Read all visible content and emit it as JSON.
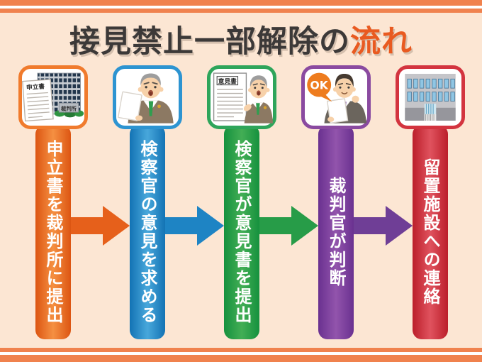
{
  "title": {
    "text_main": "接見禁止一部解除の",
    "text_accent": "流れ"
  },
  "colors": {
    "background": "#fce6d3",
    "stripe": "#f0824e",
    "title_main": "#3c3938",
    "title_accent": "#e95a20"
  },
  "steps": [
    {
      "label": "申立書を裁判所に提出",
      "icon": "courthouse-application-icon",
      "icon_text": {
        "document": "申立書",
        "sign": "裁判所"
      },
      "bar_color": "#e8611c",
      "box_border_color": "#f07b2d"
    },
    {
      "label": "検察官の意見を求める",
      "icon": "prosecutor-reading-icon",
      "bar_color": "#1f85c5",
      "box_border_color": "#2d94d1"
    },
    {
      "label": "検察官が意見書を提出",
      "icon": "opinion-document-icon",
      "icon_text": {
        "document": "意見書"
      },
      "bar_color": "#279d49",
      "box_border_color": "#2ea55b"
    },
    {
      "label": "裁判官が判断",
      "icon": "judge-ok-icon",
      "icon_text": {
        "bubble": "OK"
      },
      "bar_color": "#7b3f98",
      "box_border_color": "#8a4aa0"
    },
    {
      "label": "留置施設への連絡",
      "icon": "detention-facility-icon",
      "bar_color": "#cc2b36",
      "box_border_color": "#d3343f"
    }
  ],
  "arrows": [
    {
      "color": "#e6601b"
    },
    {
      "color": "#1e84c4"
    },
    {
      "color": "#279c48"
    },
    {
      "color": "#6f3e96"
    }
  ]
}
